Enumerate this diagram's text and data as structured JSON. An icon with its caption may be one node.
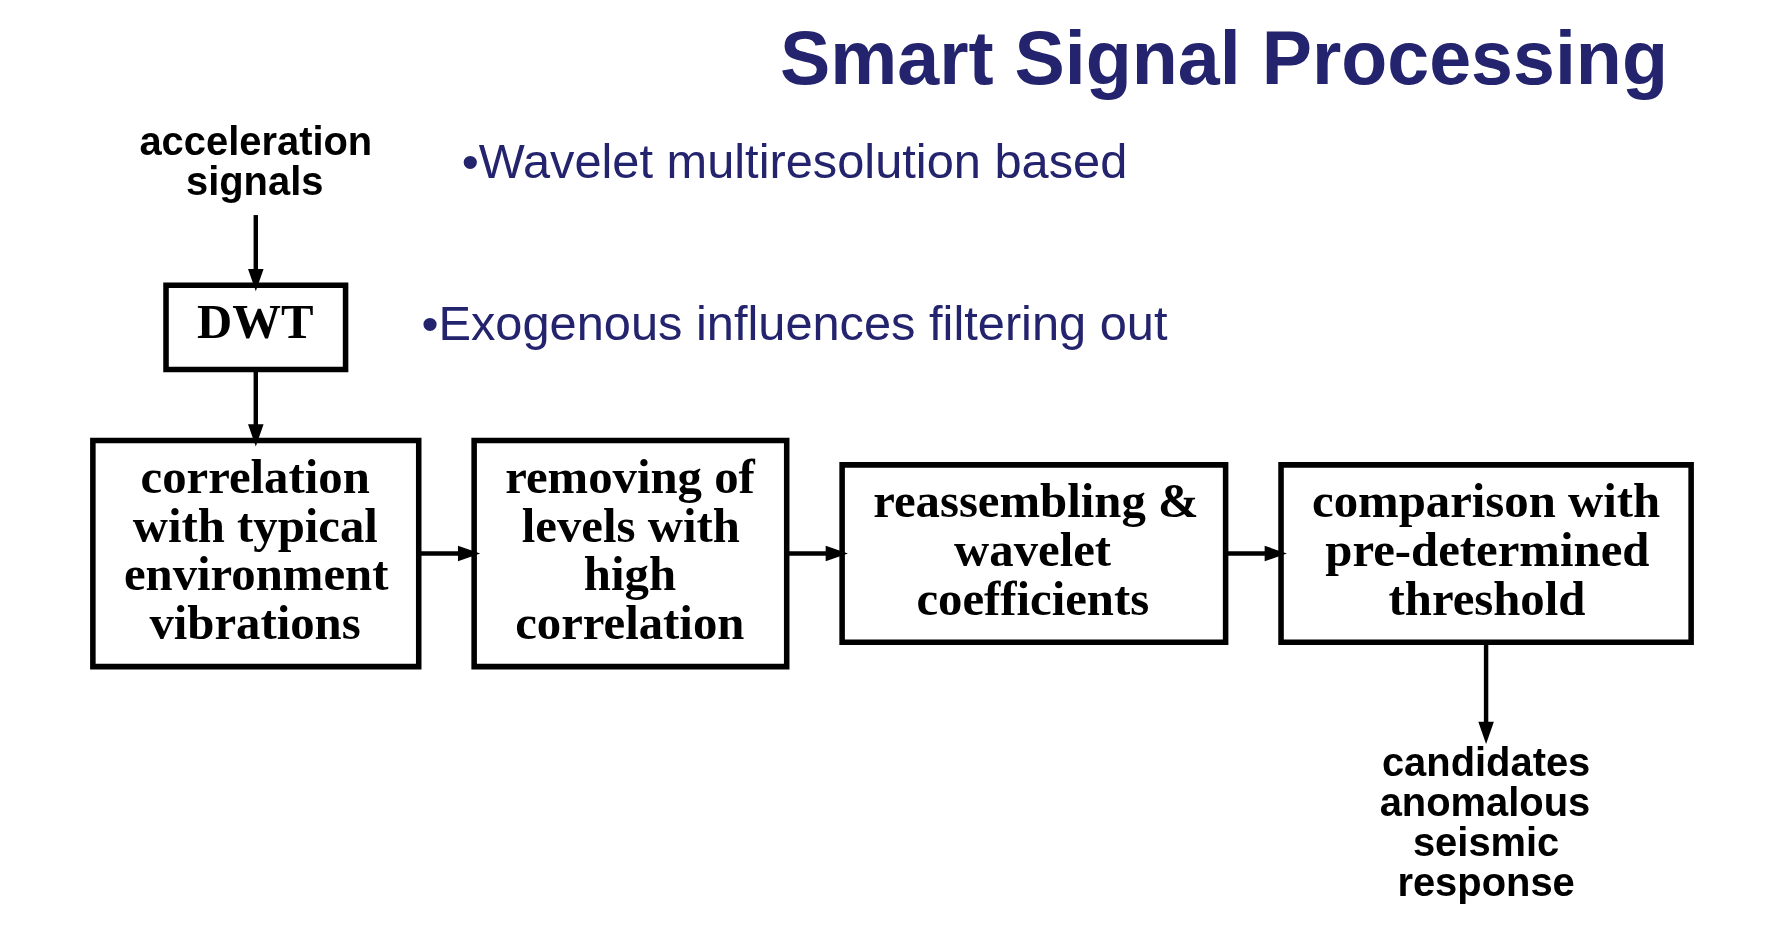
{
  "diagram": {
    "title": "Smart Signal Processing",
    "nodes": [
      {
        "text": [
          "acceleration signals"
        ]
      },
      {
        "text": [
          "DWT"
        ]
      },
      {
        "text": [
          "correlation with typical environment vibrations"
        ]
      },
      {
        "text": [
          "removing of levels with high correlation"
        ]
      },
      {
        "text": [
          "reassembling & wavelet coefficients"
        ]
      },
      {
        "text": [
          "comparison with pre-determined threshold"
        ]
      },
      {
        "text": [
          "candidates anomalous seismic response"
        ]
      }
    ],
    "edges": [
      {
        "from": 0,
        "to": 1,
        "arrow": "to"
      },
      {
        "from": 1,
        "to": 2,
        "arrow": "to"
      },
      {
        "from": 2,
        "to": 3,
        "arrow": "to"
      },
      {
        "from": 3,
        "to": 4,
        "arrow": "to"
      },
      {
        "from": 4,
        "to": 5,
        "arrow": "to"
      },
      {
        "from": 5,
        "to": 6,
        "arrow": "to"
      }
    ],
    "labels": [
      "•Wavelet multiresolution based",
      "•Exogenous influences filtering out"
    ]
  }
}
